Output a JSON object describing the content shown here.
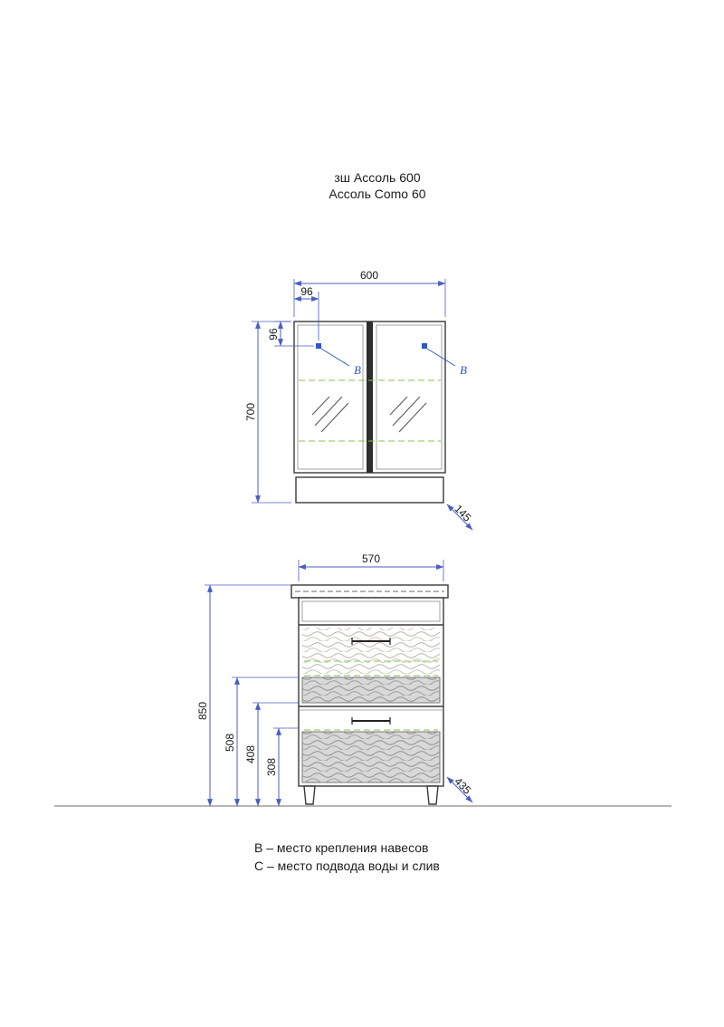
{
  "title": {
    "line1": "зш Ассоль 600",
    "line2": "Ассоль Como 60"
  },
  "mirror_cabinet": {
    "width_label": "600",
    "offset_x_label": "96",
    "offset_y_label": "96",
    "height_label": "700",
    "depth_label": "145",
    "mount_label": "В"
  },
  "floor_cabinet": {
    "width_label": "570",
    "height_label": "850",
    "h1_label": "508",
    "h2_label": "408",
    "h3_label": "308",
    "depth_label": "435"
  },
  "legend": {
    "line1": "В – место крепления навесов",
    "line2": "С – место подвода воды и слив"
  },
  "colors": {
    "outline": "#3a3a3a",
    "dimension_blue": "#4a5cc5",
    "mount_blue": "#2f55cc",
    "shelf_green": "#8cc152",
    "drawer_gray": "#d8d8d8"
  }
}
